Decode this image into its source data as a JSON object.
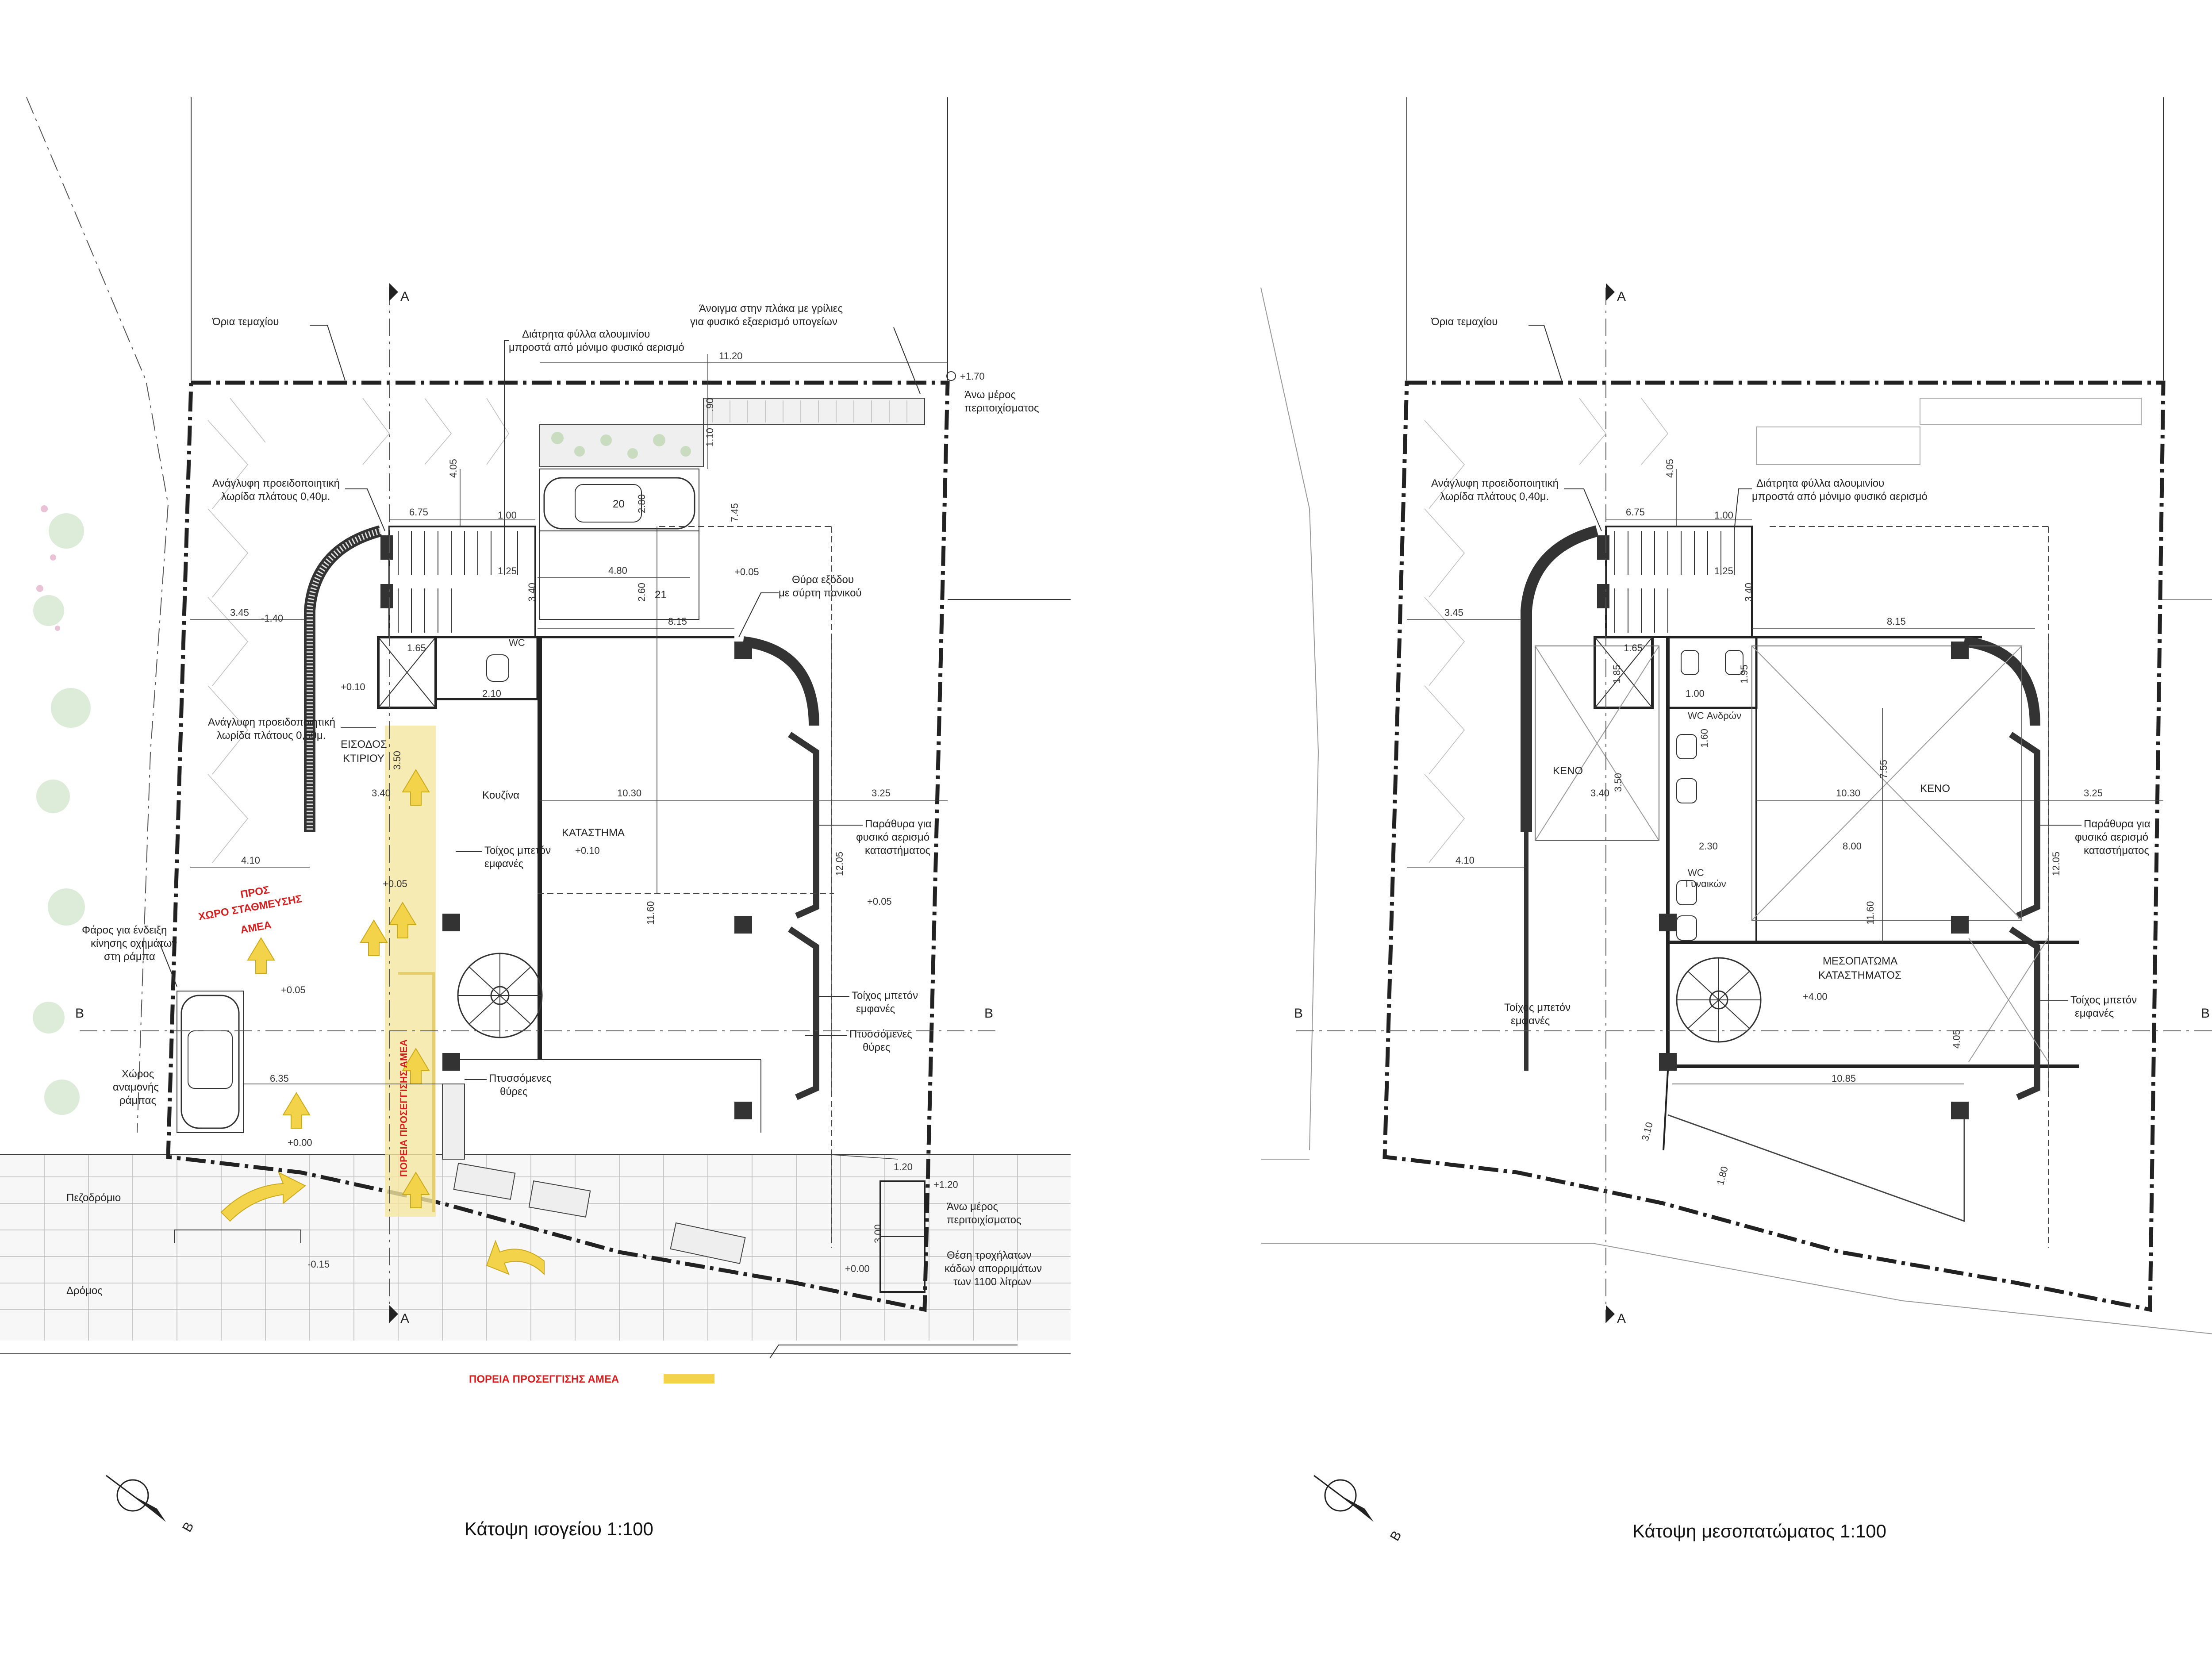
{
  "sheet": {
    "left_title": "Κάτοψη ισογείου 1:100",
    "right_title": "Κάτοψη μεσοπατώματος 1:100",
    "north_letter_left": "Β",
    "north_letter_right": "Β"
  },
  "colors": {
    "accent_red": "#d21f1f",
    "path_yellow": "#f2d34a",
    "wall": "#333333"
  },
  "ground": {
    "section_a": "A",
    "section_b": "B",
    "labels": {
      "plot_limits": "Όρια τεμαχίου",
      "aluminum_sheets_1": "Διάτρητα φύλλα αλουμινίου",
      "aluminum_sheets_2": "μπροστά από μόνιμο φυσικό αερισμό",
      "grille_1": "Άνοιγμα στην πλάκα με γρίλιες",
      "grille_2": "για φυσικό εξαερισμό υπογείων",
      "tactile_040_1": "Ανάγλυφη προειδοποιητική",
      "tactile_040_2": "λωρίδα πλάτους 0,40μ.",
      "tactile_060_1": "Ανάγλυφη προειδοποιητική",
      "tactile_060_2": "λωρίδα πλάτους 0,60μ.",
      "exit_door_1": "Θύρα εξόδου",
      "exit_door_2": "με σύρτη πανικού",
      "entrance_1": "ΕΙΣΟΔΟΣ",
      "entrance_2": "ΚΤΙΡΙΟΥ",
      "kitchen": "Κουζίνα",
      "shop": "ΚΑΤΑΣΤΗΜΑ",
      "concrete_wall_1": "Τοίχος μπετόν",
      "concrete_wall_2": "εμφανές",
      "concrete_wall_b1": "Τοίχος μπετόν",
      "concrete_wall_b2": "εμφανές",
      "shop_windows_1": "Παράθυρα για",
      "shop_windows_2": "φυσικό αερισμό",
      "shop_windows_3": "καταστήματος",
      "to_parking_1": "ΠΡΟΣ",
      "to_parking_2": "ΧΩΡΟ ΣΤΑΘΜΕΥΣΗΣ",
      "to_parking_3": "ΑΜΕΑ",
      "beacon_1": "Φάρος για ένδειξη",
      "beacon_2": "κίνησης οχημάτων",
      "beacon_3": "στη ράμπα",
      "waiting_1": "Χώρος",
      "waiting_2": "αναμονής",
      "waiting_3": "ράμπας",
      "folding_doors_1": "Πτυσσόμενες",
      "folding_doors_2": "θύρες",
      "folding_doors_b1": "Πτυσσόμενες",
      "folding_doors_b2": "θύρες",
      "sidewalk": "Πεζοδρόμιο",
      "road": "Δρόμος",
      "top_enclosure_1": "Άνω μέρος",
      "top_enclosure_2": "περιτοιχίσματος",
      "top_enclosure_b1": "Άνω μέρος",
      "top_enclosure_b2": "περιτοιχίσματος",
      "bins_1": "Θέση τροχήλατων",
      "bins_2": "κάδων απορριμάτων",
      "bins_3": "των 1100 λίτρων",
      "wc": "WC",
      "path_vertical": "ΠΟΡΕΙΑ ΠΡΟΣΕΓΓΙΣΗΣ ΑΜΕΑ",
      "legend_path": "ΠΟΡΕΙΑ ΠΡΟΣΕΓΓΙΣΗΣ ΑΜΕΑ",
      "parking_20": "20",
      "parking_21": "21"
    },
    "levels": {
      "l170": "+1.70",
      "l005a": "+0.05",
      "l140": "-1.40",
      "l010a": "+0.10",
      "l010b": "+0.10",
      "l005b": "+0.05",
      "l005c": "+0.05",
      "l005d": "+0.05",
      "l000a": "+0.00",
      "l015": "-0.15",
      "l000b": "+0.00",
      "l120": "+1.20"
    },
    "dims": {
      "d1120": "11.20",
      "d405": "4.05",
      "d675": "6.75",
      "d100": "1.00",
      "d125": "1.25",
      "d480": "4.80",
      "d340": "3.40",
      "d745": "7.45",
      "d280": "2.80",
      "d260": "2.60",
      "d815": "8.15",
      "d345": "3.45",
      "d165": "1.65",
      "d210": "2.10",
      "d1030": "10.30",
      "d325": "3.25",
      "d1160": "11.60",
      "d1205": "12.05",
      "d410": "4.10",
      "d635": "6.35",
      "d300": "3.00",
      "d120": "1.20",
      "d110": "1.10",
      "d090": ".90",
      "d350": "3.50",
      "d340b": "3.40"
    }
  },
  "mezz": {
    "section_a": "A",
    "section_b": "B",
    "labels": {
      "plot_limits": "Όρια τεμαχίου",
      "tactile_1": "Ανάγλυφη προειδοποιητική",
      "tactile_2": "λωρίδα πλάτους 0,40μ.",
      "aluminum_1": "Διάτρητα φύλλα αλουμινίου",
      "aluminum_2": "μπροστά από μόνιμο φυσικό αερισμό",
      "void_left": "ΚΕΝΟ",
      "void_right": "ΚΕΝΟ",
      "wc_men": "WC Ανδρών",
      "wc_women_1": "WC",
      "wc_women_2": "Γυναικών",
      "mezz_1": "ΜΕΣΟΠΑΤΩΜΑ",
      "mezz_2": "ΚΑΤΑΣΤΗΜΑΤΟΣ",
      "wall_left_1": "Τοίχος μπετόν",
      "wall_left_2": "εμφανές",
      "wall_right_1": "Τοίχος μπετόν",
      "wall_right_2": "εμφανές",
      "windows_1": "Παράθυρα για",
      "windows_2": "φυσικό αερισμό",
      "windows_3": "καταστήματος"
    },
    "levels": {
      "l400": "+4.00"
    },
    "dims": {
      "d405": "4.05",
      "d675": "6.75",
      "d100": "1.00",
      "d125": "1.25",
      "d340": "3.40",
      "d345": "3.45",
      "d815": "8.15",
      "d185": "1.85",
      "d165": "1.65",
      "d1030": "10.30",
      "d325": "3.25",
      "d340b": "3.40",
      "d755": "7.55",
      "d800": "8.00",
      "d230": "2.30",
      "d1160": "11.60",
      "d1205": "12.05",
      "d410": "4.10",
      "d405b": "4.05",
      "d1085": "10.85",
      "d310": "3.10",
      "d180": "1.80",
      "d350": "3.50",
      "d160": "1.60",
      "d195": "1.95",
      "d100b": "1.00"
    }
  }
}
